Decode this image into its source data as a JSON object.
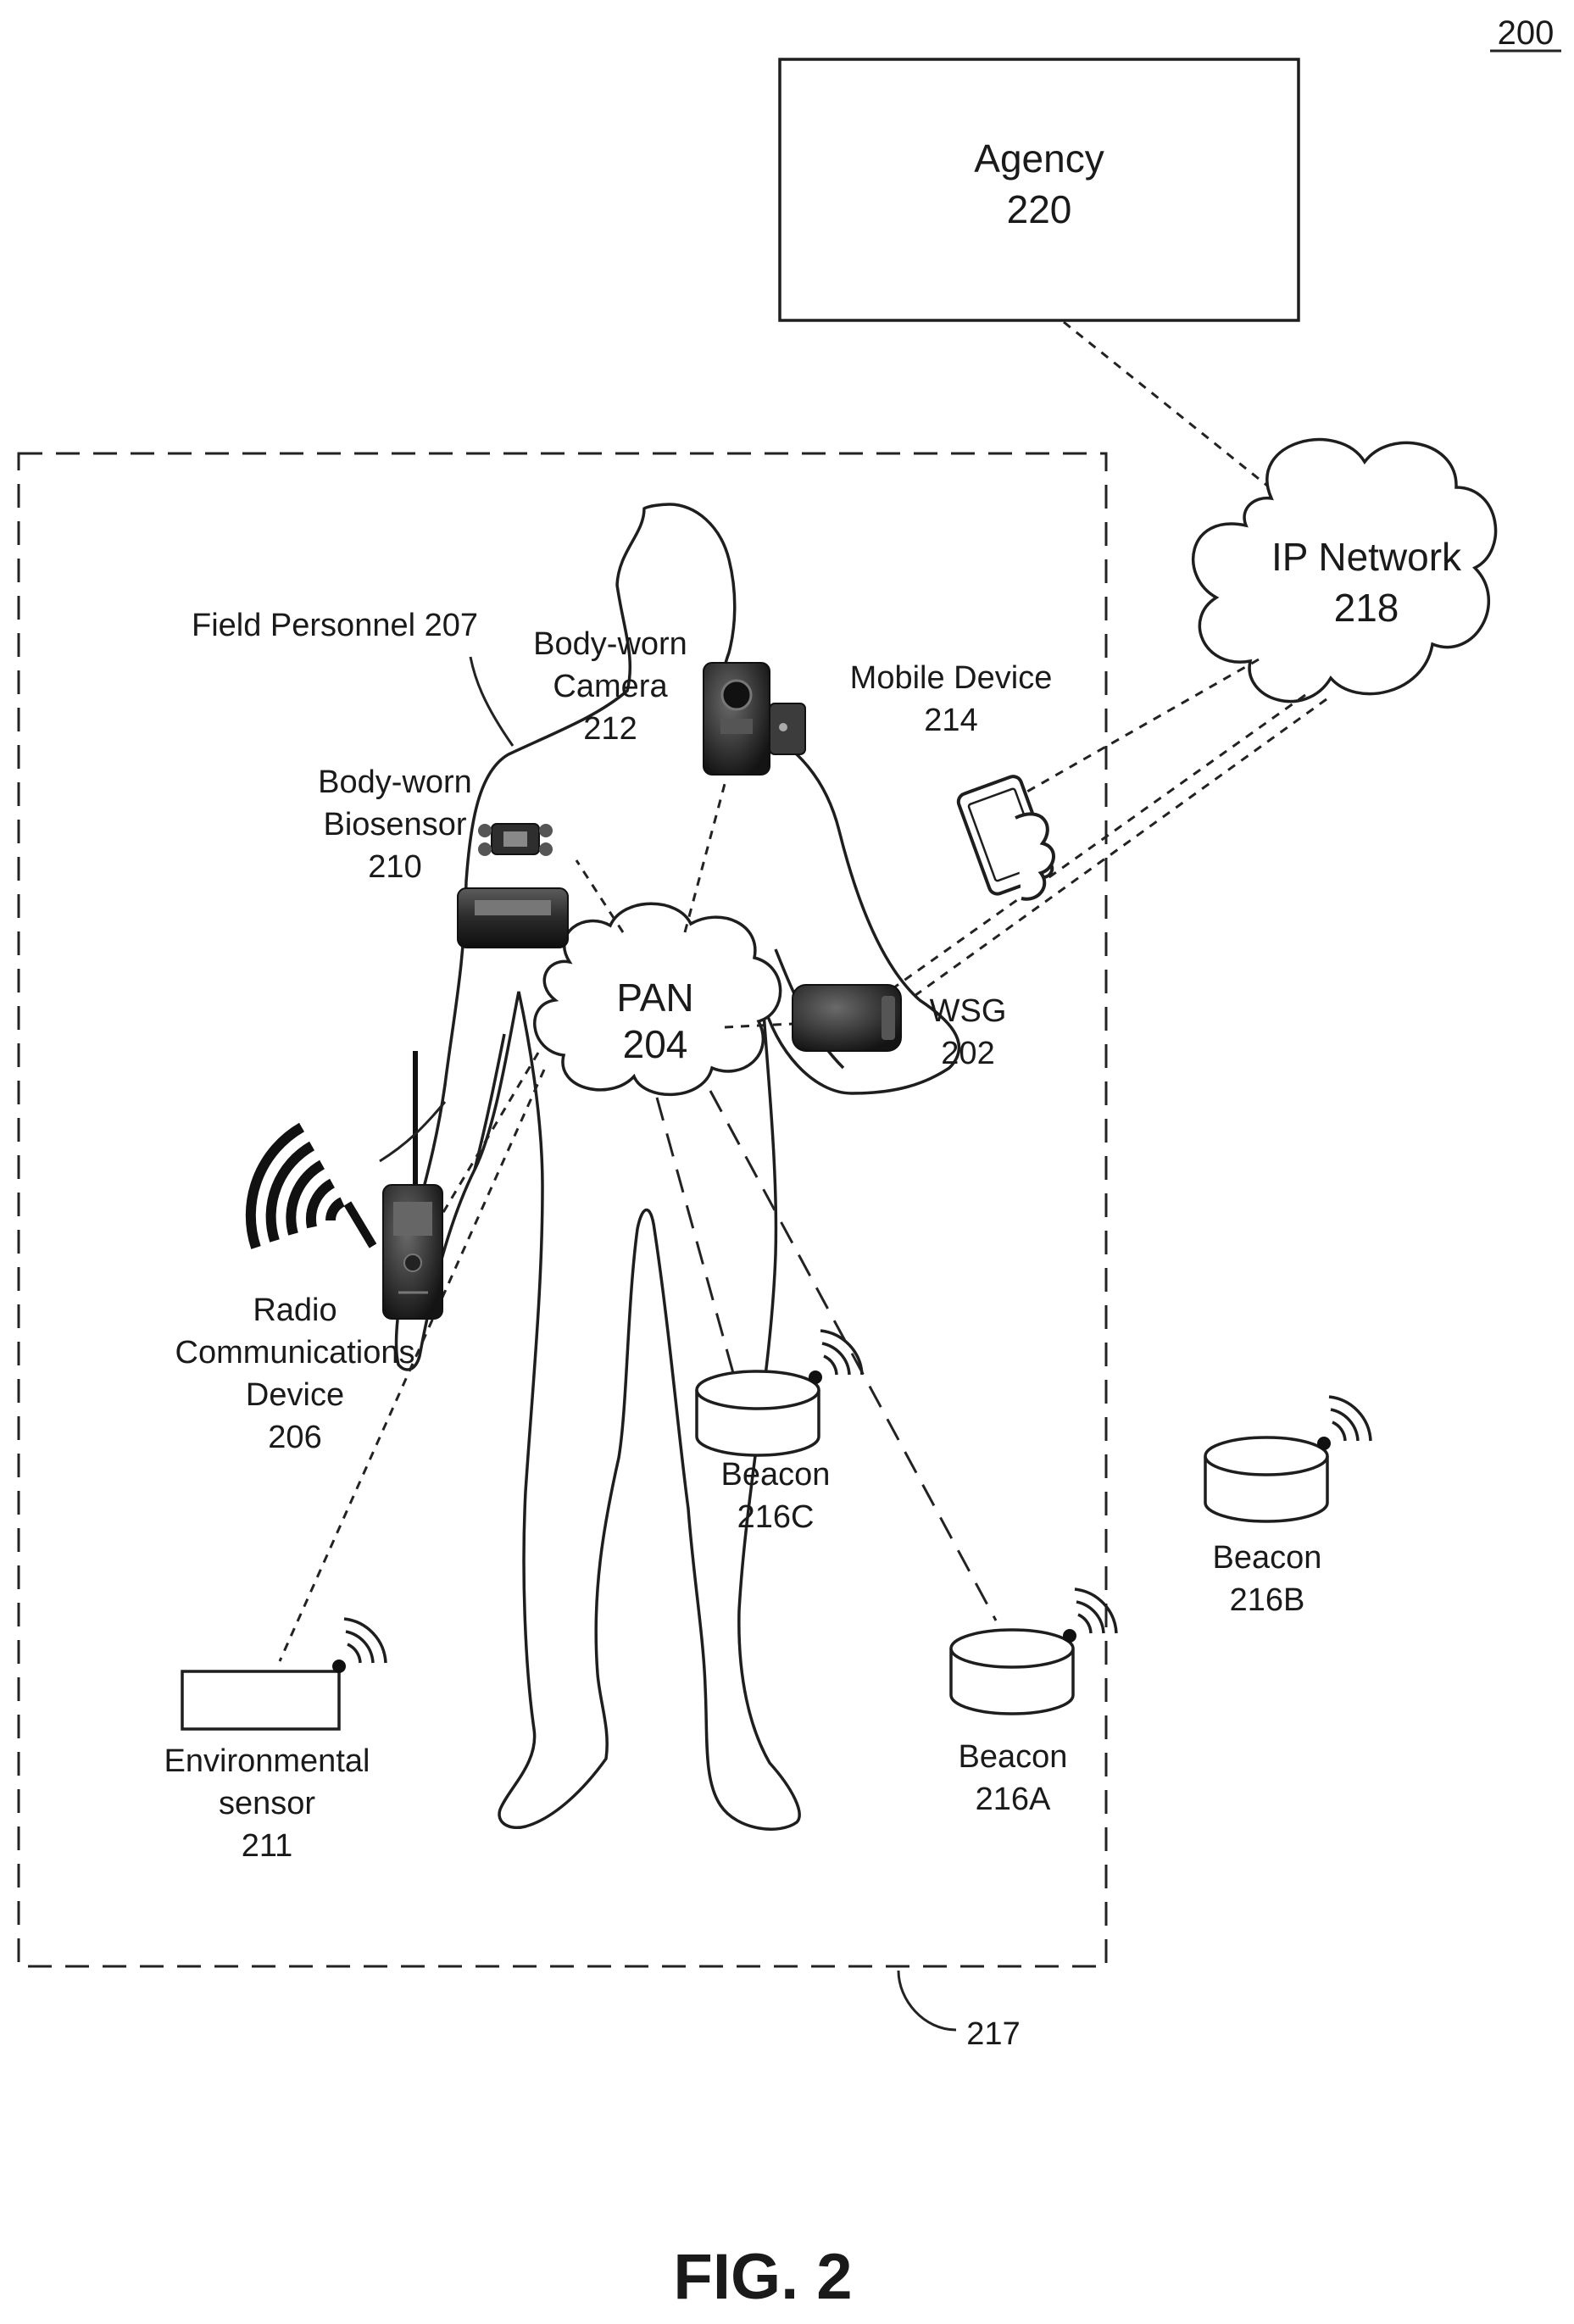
{
  "figure": {
    "number": "200",
    "caption": "FIG. 2",
    "region_label": "217"
  },
  "nodes": {
    "agency": {
      "name": "Agency",
      "id": "220"
    },
    "ip_network": {
      "name": "IP Network",
      "id": "218"
    },
    "pan": {
      "name": "PAN",
      "id": "204"
    },
    "wsg": {
      "name": "WSG",
      "id": "202"
    },
    "field_personnel": {
      "label": "Field Personnel 207"
    },
    "camera": {
      "line1": "Body-worn",
      "line2": "Camera",
      "id": "212"
    },
    "mobile": {
      "line1": "Mobile Device",
      "id": "214"
    },
    "biosensor": {
      "line1": "Body-worn",
      "line2": "Biosensor",
      "id": "210"
    },
    "radio": {
      "line1": "Radio",
      "line2": "Communications",
      "line3": "Device",
      "id": "206"
    },
    "env_sensor": {
      "line1": "Environmental",
      "line2": "sensor",
      "id": "211"
    },
    "beacon_c": {
      "name": "Beacon",
      "id": "216C"
    },
    "beacon_a": {
      "name": "Beacon",
      "id": "216A"
    },
    "beacon_b": {
      "name": "Beacon",
      "id": "216B"
    }
  }
}
